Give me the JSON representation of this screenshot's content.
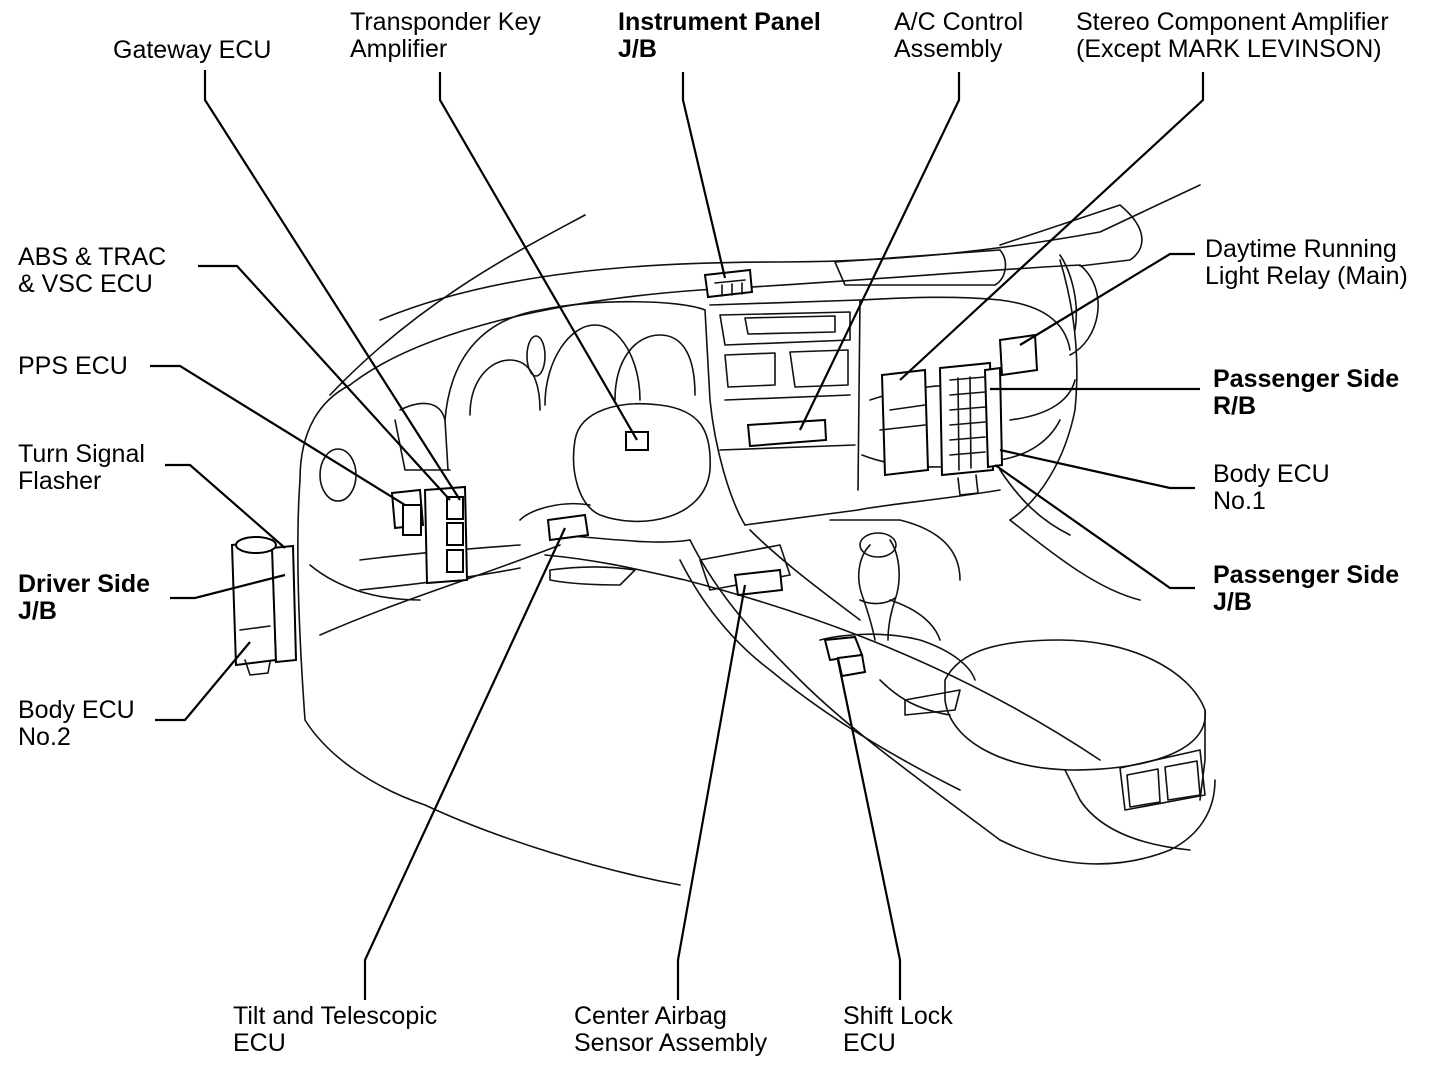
{
  "labels": {
    "gateway_ecu": [
      "Gateway ECU"
    ],
    "transponder": [
      "Transponder Key",
      "Amplifier"
    ],
    "instrument_panel_jb": [
      "Instrument Panel",
      "J/B"
    ],
    "ac_control": [
      "A/C Control",
      "Assembly"
    ],
    "stereo_amp": [
      "Stereo Component Amplifier",
      "(Except MARK LEVINSON)"
    ],
    "abs_trac_vsc": [
      "ABS & TRAC",
      "& VSC ECU"
    ],
    "daytime_running": [
      "Daytime Running",
      "Light Relay (Main)"
    ],
    "pps_ecu": [
      "PPS ECU"
    ],
    "passenger_rb": [
      "Passenger Side",
      "R/B"
    ],
    "turn_signal": [
      "Turn Signal",
      "Flasher"
    ],
    "body_ecu_1": [
      "Body ECU",
      "No.1"
    ],
    "driver_jb": [
      "Driver Side",
      "J/B"
    ],
    "passenger_jb": [
      "Passenger Side",
      "J/B"
    ],
    "body_ecu_2": [
      "Body ECU",
      "No.2"
    ],
    "tilt_telescopic": [
      "Tilt and Telescopic",
      "ECU"
    ],
    "center_airbag": [
      "Center Airbag",
      "Sensor Assembly"
    ],
    "shift_lock": [
      "Shift Lock",
      "ECU"
    ]
  }
}
